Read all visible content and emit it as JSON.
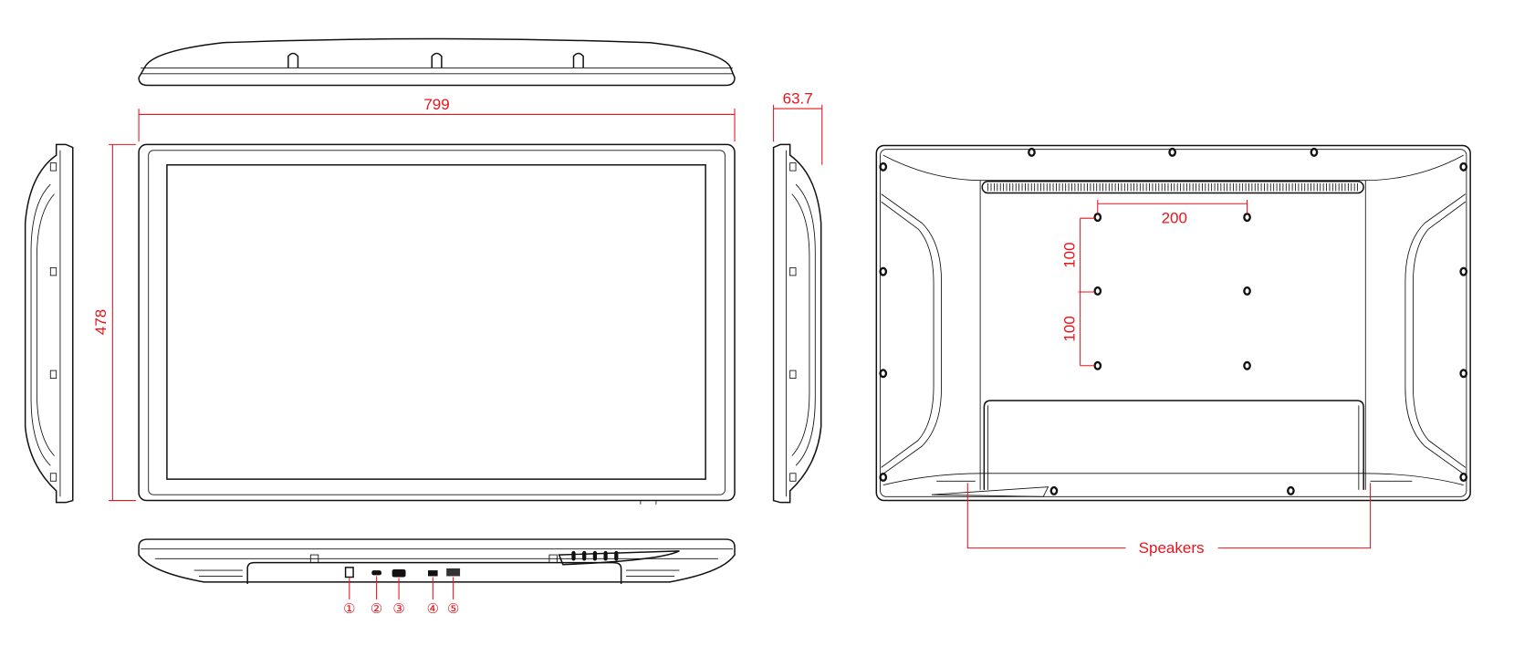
{
  "dimensions": {
    "width": "799",
    "height": "478",
    "depth": "63.7",
    "vesa_horizontal": "200",
    "vesa_vertical_upper": "100",
    "vesa_vertical_lower": "100"
  },
  "callouts": {
    "speakers": "Speakers"
  },
  "ports": [
    "①",
    "②",
    "③",
    "④",
    "⑤"
  ],
  "colors": {
    "annotation": "#e8141c",
    "line": "#111111"
  }
}
